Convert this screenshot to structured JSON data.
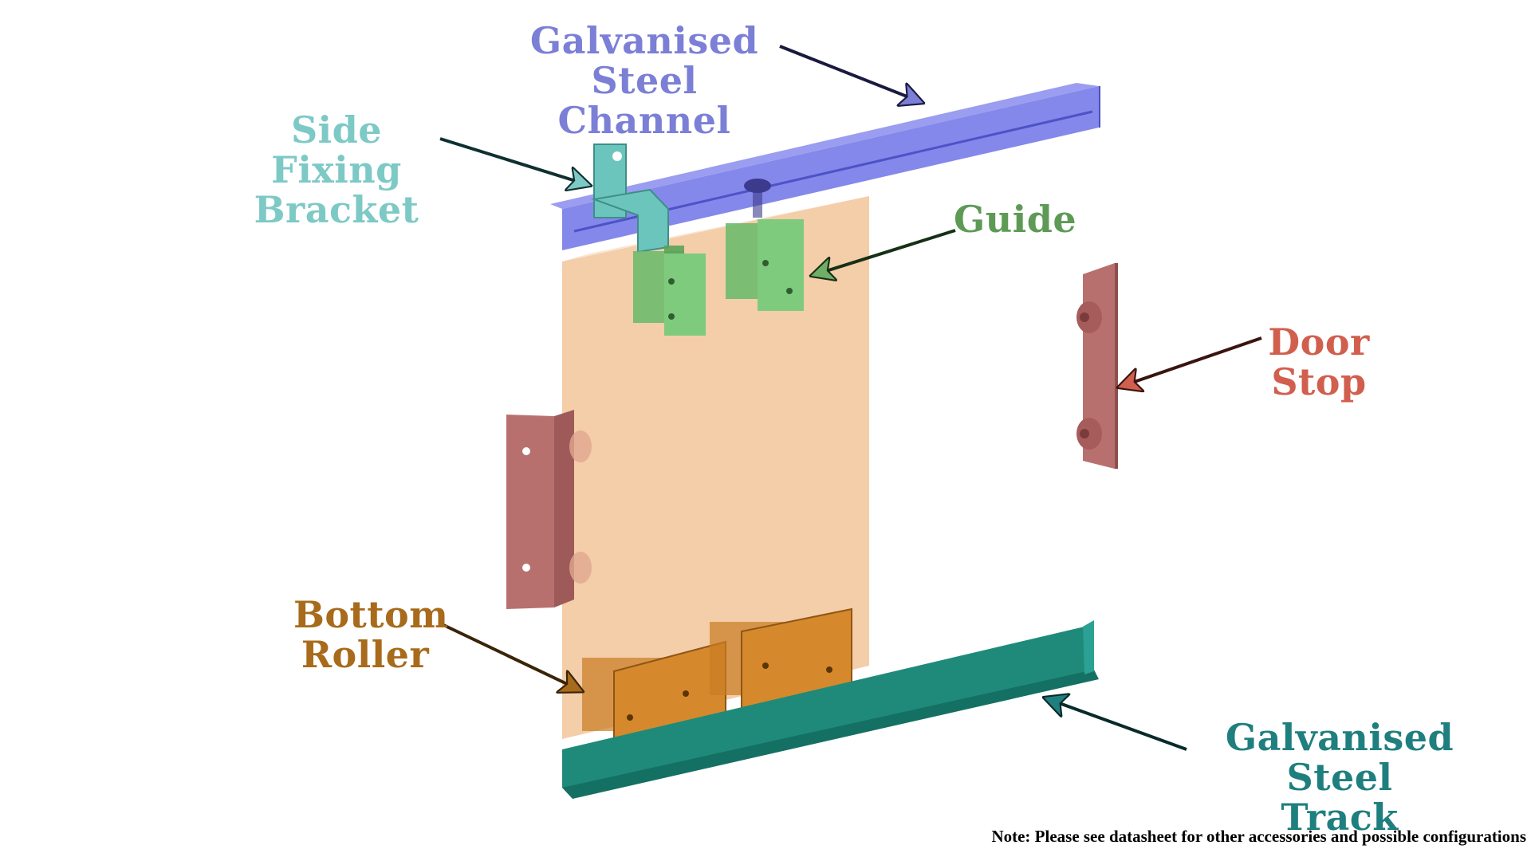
{
  "labels": {
    "channel": {
      "line1": "Galvanised Steel",
      "line2": "Channel",
      "color": "#7b7fd6"
    },
    "bracket": {
      "line1": "Side Fixing",
      "line2": "Bracket",
      "color": "#7dc9c6"
    },
    "guide": {
      "line1": "Guide",
      "color": "#5e9a56"
    },
    "door_stop": {
      "line1": "Door",
      "line2": "Stop",
      "color": "#d15f4d"
    },
    "roller": {
      "line1": "Bottom",
      "line2": "Roller",
      "color": "#a86a1b"
    },
    "track": {
      "line1": "Galvanised Steel",
      "line2": "Track",
      "color": "#1f7f7f"
    }
  },
  "note": "Note: Please see datasheet for other accessories and possible configurations",
  "colors": {
    "door_panel": "#f2c49a",
    "channel": "#6f73e6",
    "bracket": "#6cc5bd",
    "guide": "#7bc47a",
    "door_stop": "#b8706e",
    "roller": "#c97c22",
    "track": "#1f8a7a"
  },
  "icons": [
    "arrow-icon"
  ]
}
